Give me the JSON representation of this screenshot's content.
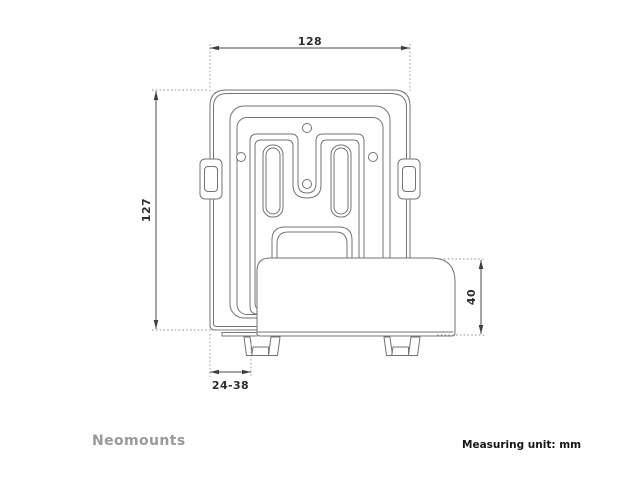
{
  "drawing": {
    "dimensions": {
      "top_width": "128",
      "left_height": "127",
      "right_shelf_height": "40",
      "bottom_depth_range": "24-38"
    }
  },
  "footer": {
    "brand": "Neomounts",
    "measuring_unit_label": "Measuring unit: mm"
  },
  "colors": {
    "outline": "#737373",
    "dimension_line": "#4a4a4a",
    "dimension_text": "#2e2e2e",
    "brand_text": "#97999c",
    "background": "#ffffff"
  }
}
